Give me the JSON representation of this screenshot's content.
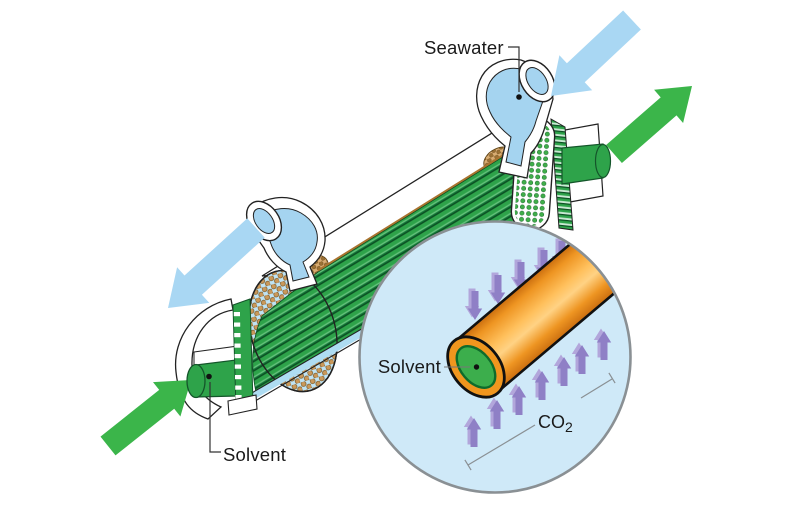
{
  "labels": {
    "seawater": "Seawater",
    "solvent_inlet": "Solvent",
    "inset": {
      "solvent": "Solvent",
      "co2_main": "CO",
      "co2_sub": "2"
    }
  },
  "arrows": [
    {
      "name": "seawater-inlet-arrow",
      "color": "#A9D7F3",
      "direction": "down-left"
    },
    {
      "name": "seawater-outlet-arrow",
      "color": "#A9D7F3",
      "direction": "down-left"
    },
    {
      "name": "solvent-outlet-arrow",
      "color": "#3BB54A",
      "direction": "up-right"
    },
    {
      "name": "solvent-inlet-arrow",
      "color": "#3BB54A",
      "direction": "up-right"
    },
    {
      "name": "co2-transfer-arrows-top",
      "color": "#8F80C6",
      "direction": "down",
      "count": 6
    },
    {
      "name": "co2-transfer-arrows-bottom",
      "color": "#8F80C6",
      "direction": "up",
      "count": 7
    }
  ],
  "colors": {
    "seawater_blue": "#A9D7F3",
    "duct_blue": "#A5D4F0",
    "solvent_green": "#3BB54A",
    "pipe_green": "#2EA34A",
    "tube_green": "#2EA34A",
    "tube_dark": "#0B4D22",
    "inset_bg": "#CFE9F8",
    "inset_border": "#8A9094",
    "membrane_orange": "#F0961E",
    "co2_purple": "#8F80C6",
    "co2_purple_light": "#B2A6DB",
    "baffle_tan": "#C9985A",
    "text": "#1a1a1a"
  }
}
